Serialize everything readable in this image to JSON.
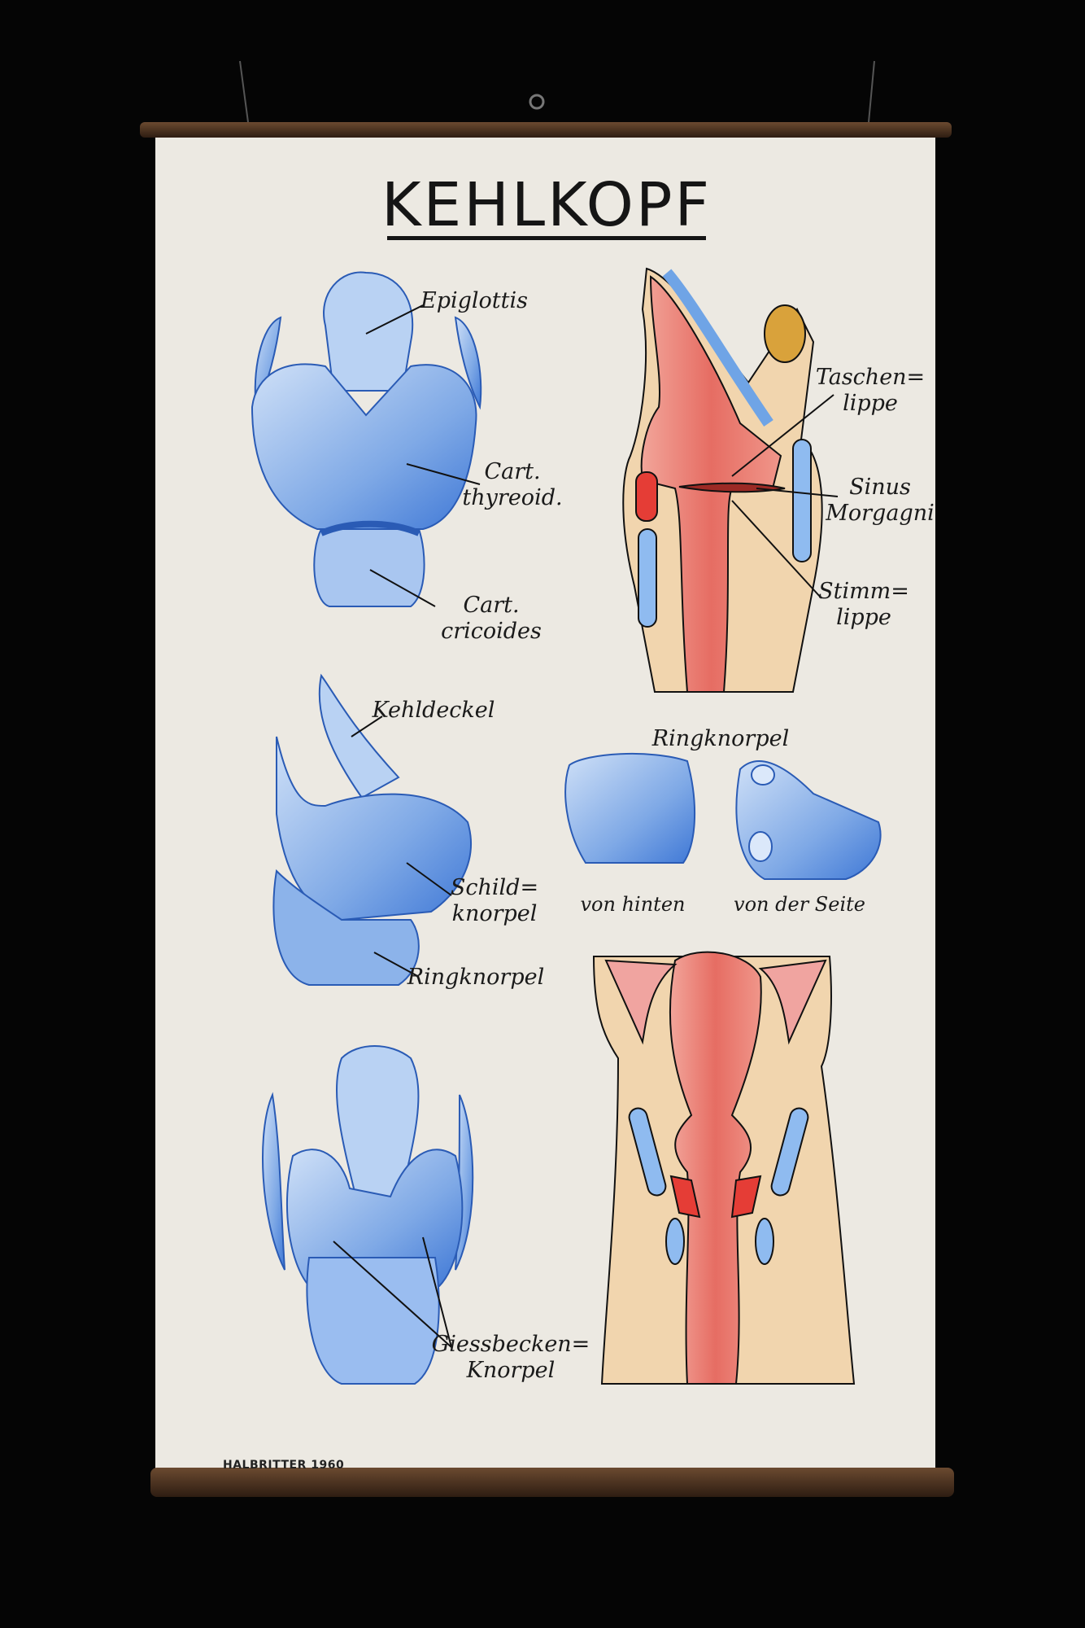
{
  "poster": {
    "title": "KEHLKOPF",
    "credit": "HALBRITTER 1960",
    "colors": {
      "paper": "#ece9e2",
      "cartilage_blue": "#6f9fe0",
      "mucosa_red": "#e4706a",
      "tissue_beige": "#f1d5ae",
      "rod": "#4a3220"
    }
  },
  "labels": {
    "epiglottis": "Epiglottis",
    "cart_thyreoid": [
      "Cart.",
      "thyreoid."
    ],
    "cart_cricoides": [
      "Cart.",
      "cricoides"
    ],
    "taschenlippe": [
      "Taschen=",
      "lippe"
    ],
    "sinus_morgagni": [
      "Sinus",
      "Morgagni"
    ],
    "stimmlippe": [
      "Stimm=",
      "lippe"
    ],
    "kehldeckel": "Kehldeckel",
    "ringknorpel_heading": "Ringknorpel",
    "schildknorpel": [
      "Schild=",
      "knorpel"
    ],
    "von_hinten": "von hinten",
    "von_der_seite": "von der Seite",
    "ringknorpel": "Ringknorpel",
    "giessbecken": [
      "Giessbecken=",
      "Knorpel"
    ]
  }
}
